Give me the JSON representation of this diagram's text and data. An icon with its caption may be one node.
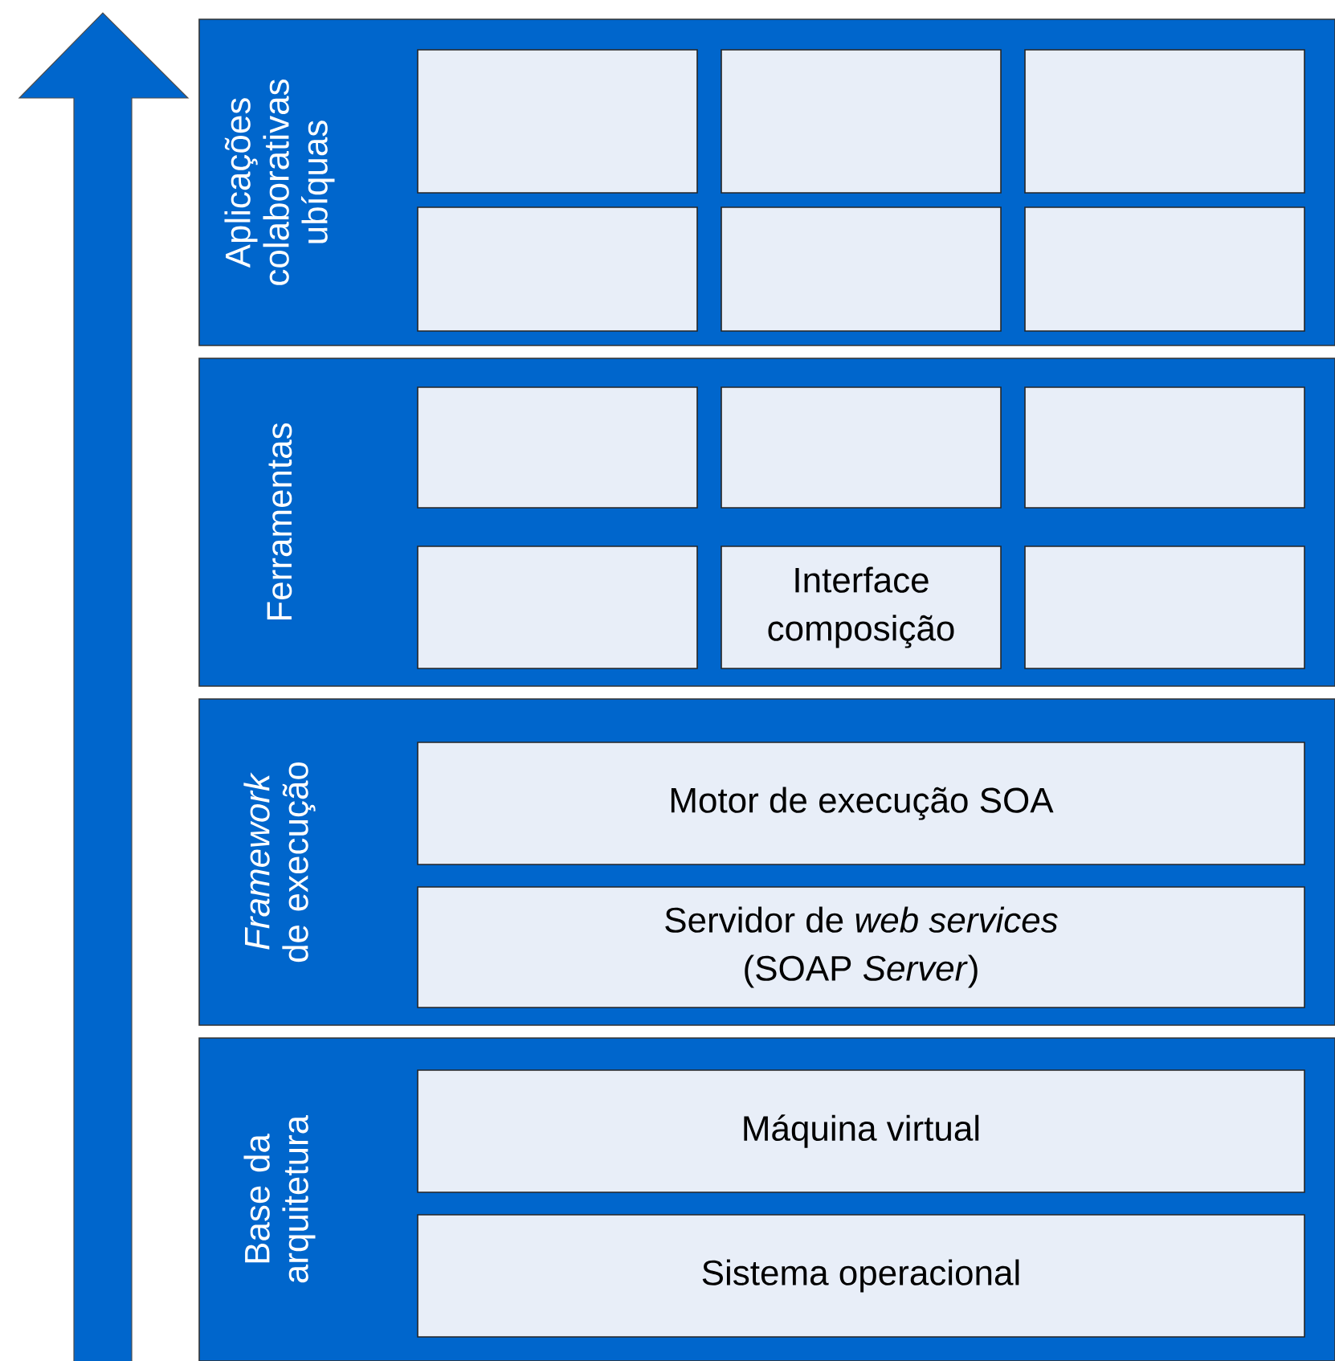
{
  "diagram": {
    "nodes": [
      {
        "text": [
          "Aplicações colaborativas ubíquas"
        ]
      },
      {
        "text": [],
        "shape": "box",
        "in": 0
      },
      {
        "text": [],
        "shape": "box",
        "in": 0
      },
      {
        "text": [],
        "shape": "box",
        "in": 0
      },
      {
        "text": [],
        "shape": "box",
        "in": 0
      },
      {
        "text": [],
        "shape": "box",
        "in": 0
      },
      {
        "text": [],
        "shape": "box",
        "in": 0
      },
      {
        "text": [
          "Ferramentas"
        ]
      },
      {
        "text": [],
        "shape": "box",
        "in": 7
      },
      {
        "text": [],
        "shape": "box",
        "in": 7
      },
      {
        "text": [],
        "shape": "box",
        "in": 7
      },
      {
        "text": [],
        "shape": "box",
        "in": 7
      },
      {
        "text": [
          "Interface composição"
        ],
        "in": 7
      },
      {
        "text": [],
        "shape": "box",
        "in": 7
      },
      {
        "text": [
          "*Framework* de execução"
        ]
      },
      {
        "text": [
          "Motor de execução SOA"
        ],
        "in": 14
      },
      {
        "text": [
          "Servidor de *web services* (SOAP *Server*)"
        ],
        "in": 14
      },
      {
        "text": [
          "Base da arquitetura"
        ]
      },
      {
        "text": [
          "Máquina virtual"
        ],
        "in": 17
      },
      {
        "text": [
          "Sistema operacional"
        ],
        "in": 17
      }
    ]
  }
}
